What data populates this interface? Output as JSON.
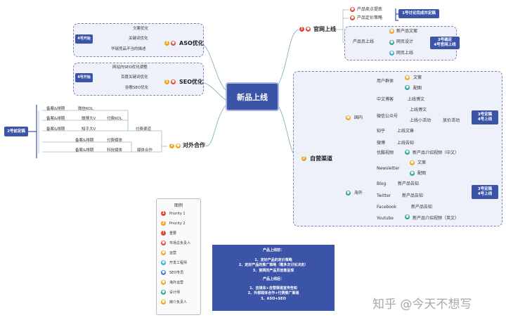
{
  "central": "新品上线",
  "branches": {
    "aso": {
      "label": "ASO优化",
      "badge": "4号开始",
      "items": [
        "文案优化",
        "关键词优化",
        "华瑞竞品不当的描述"
      ]
    },
    "seo": {
      "label": "SEO优化",
      "badge": "4号开始",
      "items": [
        "网站内SEO优化调整",
        "百度关键词优化",
        "谷歌SEO优化"
      ]
    },
    "external": {
      "label": "对外合作",
      "badge": "2号前定稿",
      "sub_paid": "付费渠道",
      "sub_media": "媒体合作",
      "paid_kol": "付费KOL",
      "rows": [
        {
          "left": "备案&排期",
          "mid": "微信KOL"
        },
        {
          "left": "备案&排期",
          "mid": "微博大V"
        },
        {
          "left": "备案&排期",
          "mid": "知乎大V"
        },
        {
          "left": "备案&排期",
          "mid": "付费媒体"
        },
        {
          "left": "备案&排期",
          "mid": "科技媒体"
        }
      ]
    },
    "official": {
      "label": "官网上线",
      "items_top": [
        "产品卖点提炼",
        "产品定价策略"
      ],
      "top_badge": "1号讨论完成并定稿",
      "sub": "产品页上线",
      "sub_items": [
        "新产品文案",
        "网页设计",
        "网页上线"
      ],
      "sub_badge": "3号确定\n4号官网上线"
    },
    "owned": {
      "label": "自营渠道",
      "domestic": "国内",
      "overseas": "海外",
      "domestic_channels": {
        "user_community": "用户群体",
        "uc_items": [
          "文案",
          "配图"
        ],
        "zhongwen": "中文博客",
        "zhongwen_item": "上线博文",
        "wechat": "微信公众号",
        "wechat_items": [
          "上线博文",
          "上线小活动"
        ],
        "wechat_extra": "放价活动",
        "zhihu": "知乎",
        "zhihu_item": "上线文章",
        "weibo": "微博",
        "weibo_item": "上线告知",
        "video": "优酷视频",
        "video_item": "新产品介绍视频（中文）"
      },
      "domestic_badge": "3号定稿\n4号上线",
      "overseas_channels": {
        "newsletter": "Newsletter",
        "nl_items": [
          "文案",
          "配图"
        ],
        "blog": "Blog",
        "blog_item": "新产品告知",
        "twitter": "Twitter",
        "twitter_item": "新产品告知",
        "facebook": "Facebook",
        "facebook_item": "新产品告知",
        "youtube": "Youtube",
        "youtube_item": "新产品介绍视频（英文）"
      },
      "overseas_badge": "3号定稿\n4号上线"
    }
  },
  "legend": {
    "title": "图例",
    "items": [
      "Priority 1",
      "Priority 2",
      "重要",
      "市场总负责人",
      "运营",
      "开发工程师",
      "SEO专员",
      "海外运营",
      "设计师",
      "媒介负责人"
    ]
  },
  "note": {
    "title1": "产品上线前：",
    "lines1": [
      "1、定好产品的定价策略",
      "2、定好产品的推广策略（需多次讨论决定）",
      "3、官网的产品页创意呈现"
    ],
    "title2": "产品上线后：",
    "lines2": [
      "1、自媒体+自营渠道宣传告知",
      "2、外部媒体合作+付费推广渠道",
      "3、ASO+SEO"
    ]
  },
  "watermark": "知乎 @今天不想写",
  "colors": {
    "accent": "#3b54a8",
    "line": "#6fb6a6",
    "p1": "#e0453a",
    "p2": "#f0a51e"
  }
}
